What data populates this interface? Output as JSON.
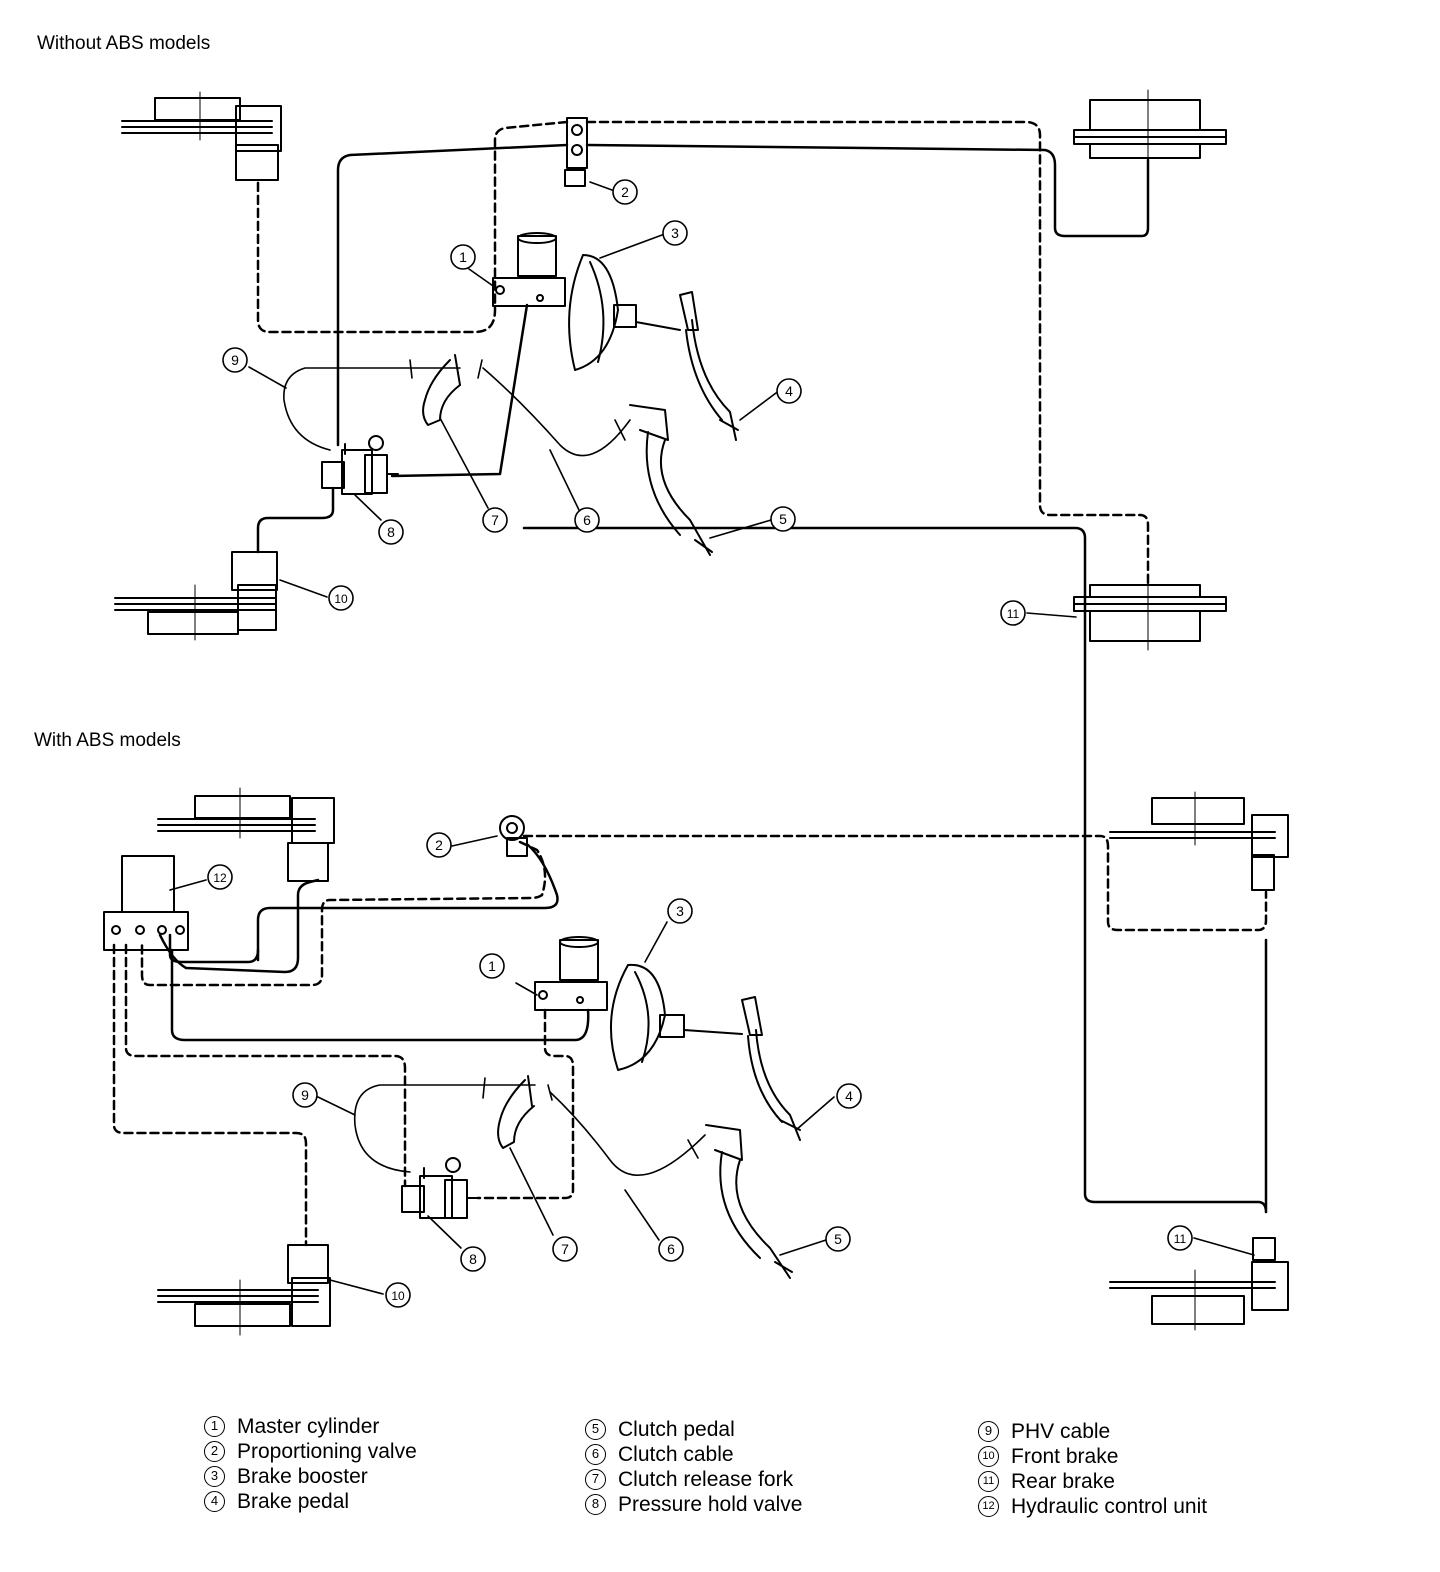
{
  "sections": {
    "top_title": "Without ABS models",
    "bottom_title": "With ABS models"
  },
  "callout_numbers": [
    "1",
    "2",
    "3",
    "4",
    "5",
    "6",
    "7",
    "8",
    "9",
    "10",
    "11",
    "12"
  ],
  "legend": [
    {
      "num": "1",
      "label": "Master cylinder"
    },
    {
      "num": "2",
      "label": "Proportioning valve"
    },
    {
      "num": "3",
      "label": "Brake booster"
    },
    {
      "num": "4",
      "label": "Brake pedal"
    },
    {
      "num": "5",
      "label": "Clutch pedal"
    },
    {
      "num": "6",
      "label": "Clutch cable"
    },
    {
      "num": "7",
      "label": "Clutch release fork"
    },
    {
      "num": "8",
      "label": "Pressure hold valve"
    },
    {
      "num": "9",
      "label": "PHV cable"
    },
    {
      "num": "10",
      "label": "Front brake"
    },
    {
      "num": "11",
      "label": "Rear brake"
    },
    {
      "num": "12",
      "label": "Hydraulic control unit"
    }
  ],
  "colors": {
    "ink": "#000000",
    "paper": "#ffffff"
  }
}
